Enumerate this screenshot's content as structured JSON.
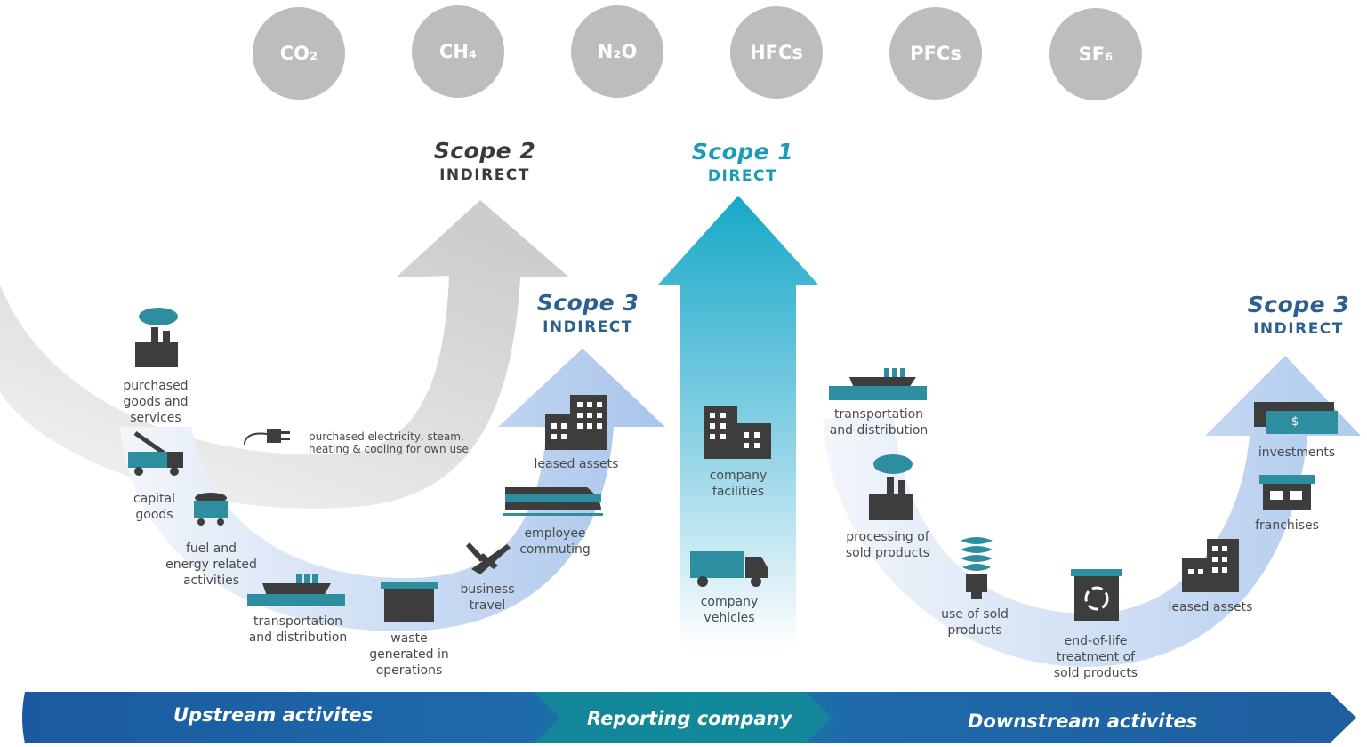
{
  "gases": [
    {
      "label": "CO₂"
    },
    {
      "label": "CH₄"
    },
    {
      "label": "N₂O"
    },
    {
      "label": "HFCs"
    },
    {
      "label": "PFCs"
    },
    {
      "label": "SF₆"
    }
  ],
  "scopes": {
    "scope2": {
      "title": "Scope 2",
      "subtitle": "INDIRECT"
    },
    "scope1": {
      "title": "Scope 1",
      "subtitle": "DIRECT"
    },
    "scope3_up": {
      "title": "Scope 3",
      "subtitle": "INDIRECT"
    },
    "scope3_down": {
      "title": "Scope 3",
      "subtitle": "INDIRECT"
    }
  },
  "upstream": {
    "purchased_goods": "purchased\ngoods and\nservices",
    "capital_goods": "capital\ngoods",
    "fuel_energy": "fuel and\nenergy related\nactivities",
    "transportation": "transportation\nand distribution",
    "waste": "waste\ngenerated in\noperations",
    "business_travel": "business\ntravel",
    "employee_commuting": "employee\ncommuting",
    "leased_assets": "leased assets",
    "purchased_electricity": "purchased electricity, steam,\nheating & cooling for own use"
  },
  "reporting": {
    "company_facilities": "company\nfacilities",
    "company_vehicles": "company\nvehicles"
  },
  "downstream": {
    "transportation": "transportation\nand distribution",
    "processing": "processing of\nsold products",
    "use_of_sold": "use of sold\nproducts",
    "end_of_life": "end-of-life\ntreatment of\nsold products",
    "leased_assets": "leased assets",
    "franchises": "franchises",
    "investments": "investments",
    "investment_symbol": "$"
  },
  "band": {
    "upstream": "Upstream activites",
    "reporting": "Reporting company",
    "downstream": "Downstream activites"
  },
  "colors": {
    "gas_circle": "#bdbdbd",
    "scope1_teal": "#1a9cb8",
    "scope3_blue": "#2d5f8f",
    "scope2_dark": "#3a3a3a",
    "band_blue": "#1f5fa0",
    "band_teal": "#137e94",
    "icon_teal": "#2d8ea0",
    "icon_dark": "#3d3d3d"
  }
}
